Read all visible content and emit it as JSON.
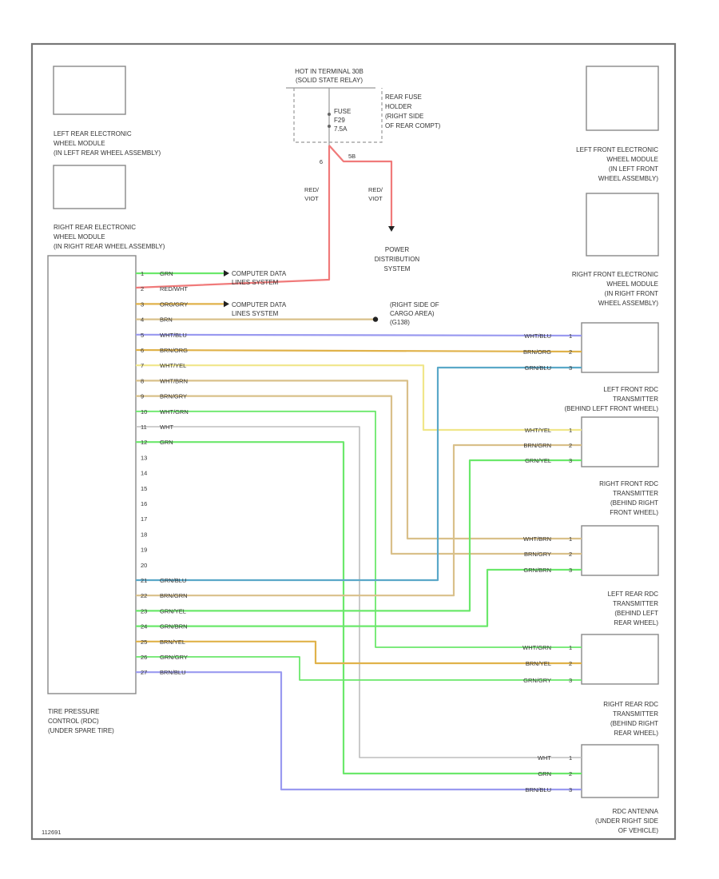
{
  "components": {
    "hot_label": [
      "HOT IN TERMINAL 30B",
      "(SOLID STATE RELAY)"
    ],
    "rear_fuse": [
      "REAR FUSE",
      "HOLDER",
      "(RIGHT SIDE",
      "OF REAR COMPT)"
    ],
    "fuse": [
      "FUSE",
      "F29",
      "7.5A"
    ],
    "left_rear_module": [
      "LEFT REAR ELECTRONIC",
      "WHEEL MODULE",
      "(IN LEFT REAR WHEEL ASSEMBLY)"
    ],
    "right_rear_module": [
      "RIGHT REAR ELECTRONIC",
      "WHEEL MODULE",
      "(IN RIGHT REAR WHEEL ASSEMBLY)"
    ],
    "left_front_module": [
      "LEFT FRONT ELECTRONIC",
      "WHEEL MODULE",
      "(IN LEFT FRONT",
      "WHEEL ASSEMBLY)"
    ],
    "right_front_module": [
      "RIGHT FRONT ELECTRONIC",
      "WHEEL MODULE",
      "(IN RIGHT FRONT",
      "WHEEL ASSEMBLY)"
    ],
    "power_distribution": [
      "POWER",
      "DISTRIBUTION",
      "SYSTEM"
    ],
    "computer_data_1": [
      "COMPUTER DATA",
      "LINES SYSTEM"
    ],
    "computer_data_2": [
      "COMPUTER DATA",
      "LINES SYSTEM"
    ],
    "ground": [
      "(RIGHT SIDE OF",
      "CARGO AREA)",
      "(G138)"
    ],
    "lf_transmitter": [
      "LEFT FRONT RDC",
      "TRANSMITTER",
      "(BEHIND LEFT FRONT WHEEL)"
    ],
    "rf_transmitter": [
      "RIGHT FRONT RDC",
      "TRANSMITTER",
      "(BEHIND RIGHT",
      "FRONT WHEEL)"
    ],
    "lr_transmitter": [
      "LEFT REAR RDC",
      "TRANSMITTER",
      "(BEHIND LEFT",
      "REAR WHEEL)"
    ],
    "rr_transmitter": [
      "RIGHT REAR RDC",
      "TRANSMITTER",
      "(BEHIND RIGHT",
      "REAR WHEEL)"
    ],
    "rdc_antenna": [
      "RDC ANTENNA",
      "(UNDER RIGHT SIDE",
      "OF VEHICLE)"
    ],
    "control_unit": [
      "TIRE PRESSURE",
      "CONTROL (RDC)",
      "(UNDER SPARE TIRE)"
    ]
  },
  "fuse_wires": {
    "left_pin": "6",
    "right_pin": "5B",
    "left_color": "RED/\nVIOT",
    "right_color": "RED/\nVIOT"
  },
  "rdc_pins": [
    {
      "pin": "1",
      "color": "GRN"
    },
    {
      "pin": "2",
      "color": "RED/WHT"
    },
    {
      "pin": "3",
      "color": "ORG/GRY"
    },
    {
      "pin": "4",
      "color": "BRN"
    },
    {
      "pin": "5",
      "color": "WHT/BLU"
    },
    {
      "pin": "6",
      "color": "BRN/ORG"
    },
    {
      "pin": "7",
      "color": "WHT/YEL"
    },
    {
      "pin": "8",
      "color": "WHT/BRN"
    },
    {
      "pin": "9",
      "color": "BRN/GRY"
    },
    {
      "pin": "10",
      "color": "WHT/GRN"
    },
    {
      "pin": "11",
      "color": "WHT"
    },
    {
      "pin": "12",
      "color": "GRN"
    },
    {
      "pin": "13",
      "color": ""
    },
    {
      "pin": "14",
      "color": ""
    },
    {
      "pin": "15",
      "color": ""
    },
    {
      "pin": "16",
      "color": ""
    },
    {
      "pin": "17",
      "color": ""
    },
    {
      "pin": "18",
      "color": ""
    },
    {
      "pin": "19",
      "color": ""
    },
    {
      "pin": "20",
      "color": ""
    },
    {
      "pin": "21",
      "color": "GRN/BLU"
    },
    {
      "pin": "22",
      "color": "BRN/GRN"
    },
    {
      "pin": "23",
      "color": "GRN/YEL"
    },
    {
      "pin": "24",
      "color": "GRN/BRN"
    },
    {
      "pin": "25",
      "color": "BRN/YEL"
    },
    {
      "pin": "26",
      "color": "GRN/GRY"
    },
    {
      "pin": "27",
      "color": "BRN/BLU"
    }
  ],
  "right_pins": {
    "rf_module": [
      {
        "color": "WHT/BLU",
        "pin": "1"
      },
      {
        "color": "BRN/ORG",
        "pin": "2"
      },
      {
        "color": "GRN/BLU",
        "pin": "3"
      }
    ],
    "lf_transmitter": [
      {
        "color": "WHT/YEL",
        "pin": "1"
      },
      {
        "color": "BRN/GRN",
        "pin": "2"
      },
      {
        "color": "GRN/YEL",
        "pin": "3"
      }
    ],
    "rf_transmitter": [
      {
        "color": "WHT/BRN",
        "pin": "1"
      },
      {
        "color": "BRN/GRY",
        "pin": "2"
      },
      {
        "color": "GRN/BRN",
        "pin": "3"
      }
    ],
    "lr_transmitter": [
      {
        "color": "WHT/GRN",
        "pin": "1"
      },
      {
        "color": "BRN/YEL",
        "pin": "2"
      },
      {
        "color": "GRN/GRY",
        "pin": "3"
      }
    ],
    "rr_transmitter": [
      {
        "color": "WHT",
        "pin": "1"
      },
      {
        "color": "GRN",
        "pin": "2"
      },
      {
        "color": "BRN/BLU",
        "pin": "3"
      }
    ]
  },
  "footer_code": "112691",
  "wire_colors": {
    "red": "#f07a7a",
    "green": "#6be86b",
    "orange": "#e0b24a",
    "tan": "#d9c08a",
    "blue": "#9a9af0",
    "cyan": "#5aa8c8",
    "yellow": "#f0e68a",
    "gray": "#bdbdbd"
  }
}
